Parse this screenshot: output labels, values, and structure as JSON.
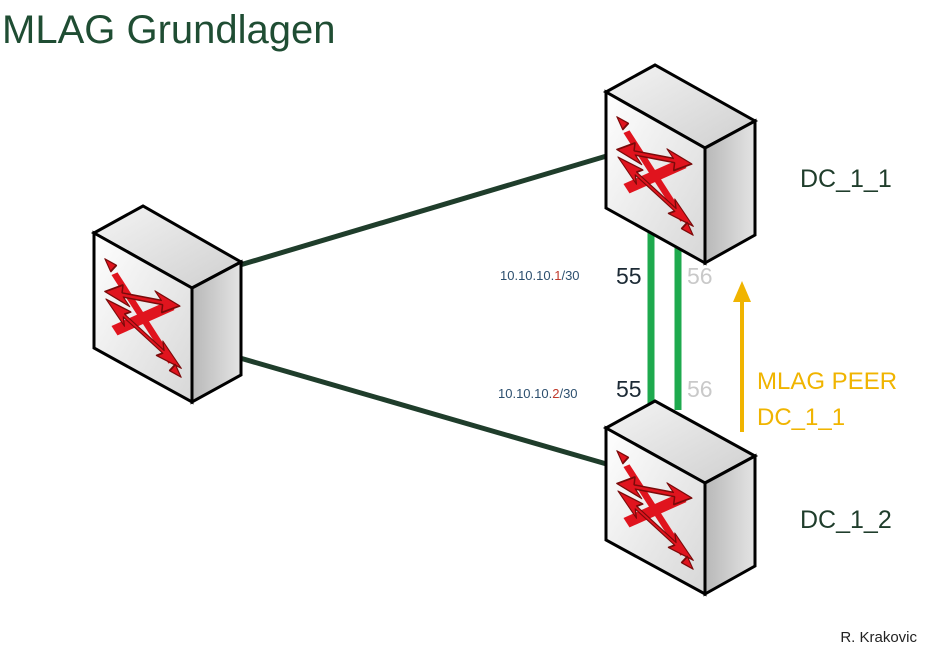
{
  "title": "MLAG Grundlagen",
  "nodes": {
    "dc_1_1": "DC_1_1",
    "dc_1_2": "DC_1_2"
  },
  "ports": {
    "top_left": "55",
    "top_right": "56",
    "bottom_left": "55",
    "bottom_right": "56"
  },
  "ip": {
    "top": {
      "prefix": "10.10.10.",
      "host": "1",
      "mask": "/30"
    },
    "bottom": {
      "prefix": "10.10.10.",
      "host": "2",
      "mask": "/30"
    }
  },
  "peer": {
    "line1": "MLAG PEER",
    "line2": "DC_1_1"
  },
  "author": "R. Krakovic",
  "colors": {
    "title": "#1f4d33",
    "uplink": "#1f3d2b",
    "peer_link": "#1eaa4e",
    "arrow": "#f0b400",
    "router_arrows": "#e0141e"
  },
  "icons": [
    "switch-icon",
    "switch-icon",
    "switch-icon",
    "up-arrow-icon"
  ]
}
